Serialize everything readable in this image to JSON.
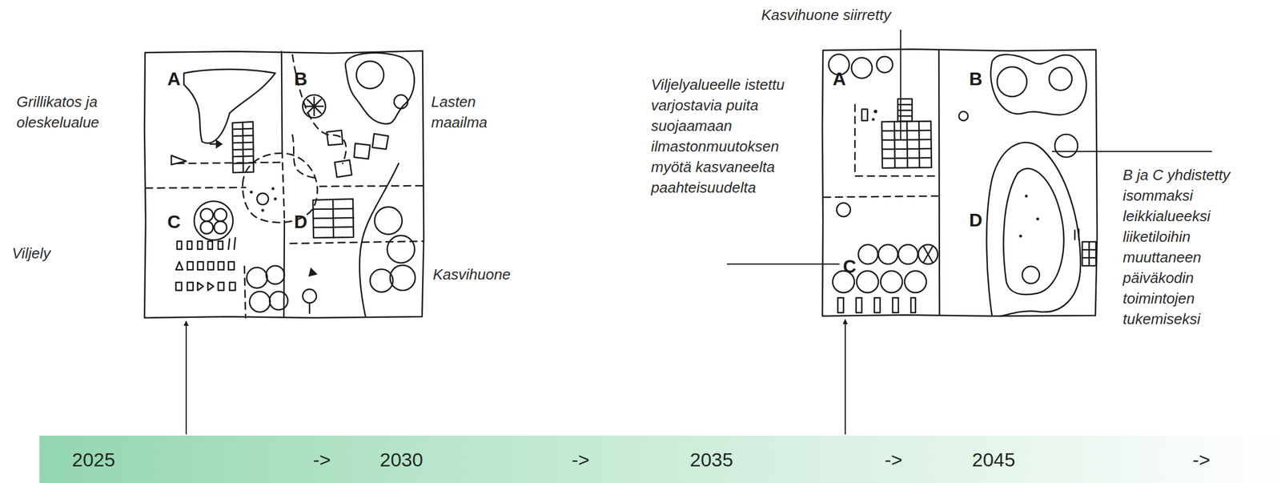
{
  "diagram": {
    "nodes": [
      {
        "text": [
          "A",
          "B",
          "C",
          "D"
        ]
      },
      {
        "text": [
          "A",
          "B",
          "C",
          "D"
        ]
      },
      {
        "text": [
          "2025",
          "->",
          "2030",
          "->",
          "2035",
          "->",
          "2045",
          "->"
        ]
      }
    ],
    "edges": [
      {
        "from": 2,
        "to": 0,
        "arrow": "to"
      },
      {
        "from": 2,
        "to": 1,
        "arrow": "to"
      }
    ],
    "labels": [
      "Grillikatos ja oleskelualue",
      "Lasten maailma",
      "Viljely",
      "Kasvihuone",
      "Kasvihuone siirretty",
      "Viljelyalueelle istettu varjostavia puita suojaamaan ilmastonmuutoksen myötä kasvaneelta paahteisuudelta",
      "B ja C yhdistetty isommaksi leikkialueeksi liiketiloihin muuttaneen päiväkodin toimintojen tukemiseksi"
    ]
  }
}
